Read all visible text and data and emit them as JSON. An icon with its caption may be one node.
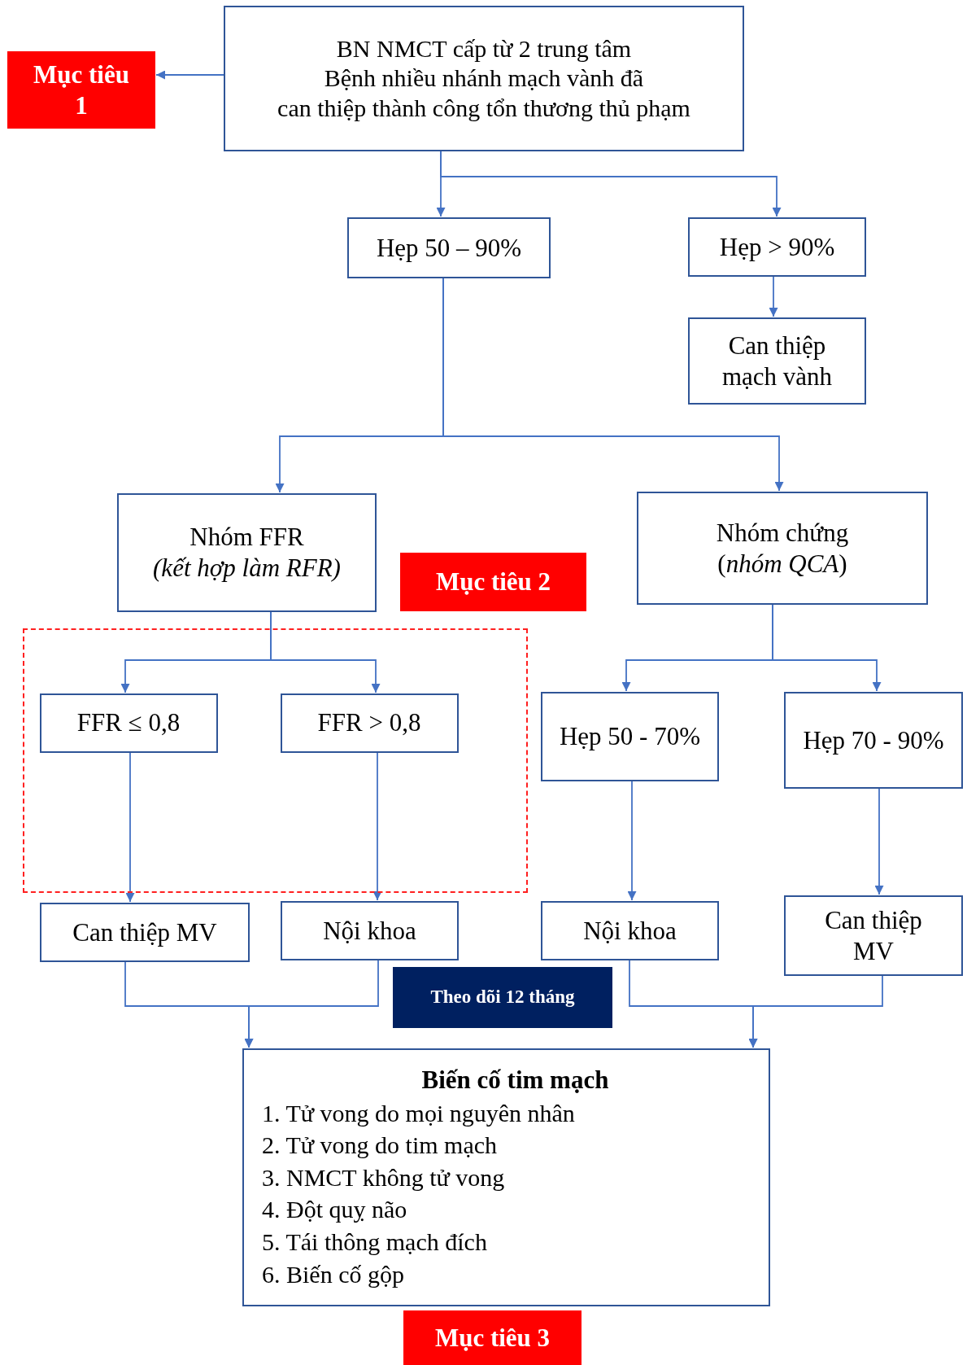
{
  "diagram": {
    "nodes": [
      {
        "text": [
          "BN NMCT cấp từ 2 trung tâm",
          "Bệnh nhiều nhánh mạch vành đã",
          "can thiệp thành công tổn thương thủ phạm"
        ]
      },
      {
        "text": [
          "Mục tiêu 1"
        ]
      },
      {
        "text": [
          "Hẹp 50 – 90%"
        ]
      },
      {
        "text": [
          "Hẹp > 90%"
        ]
      },
      {
        "text": [
          "Can thiệp mạch vành"
        ]
      },
      {
        "text": [
          "Nhóm FFR",
          "*(kết hợp làm RFR)*"
        ]
      },
      {
        "text": [
          "Mục tiêu 2"
        ]
      },
      {
        "text": [
          "Nhóm chứng",
          "(*nhóm QCA*)"
        ]
      },
      {
        "text": [],
        "shape": "box"
      },
      {
        "text": [
          "FFR ≤ 0,8"
        ],
        "in": 8
      },
      {
        "text": [
          "FFR > 0,8"
        ],
        "in": 8
      },
      {
        "text": [
          "Hẹp 50 - 70%"
        ]
      },
      {
        "text": [
          "Hẹp 70 - 90%"
        ]
      },
      {
        "text": [
          "Can thiệp MV"
        ]
      },
      {
        "text": [
          "Nội khoa"
        ]
      },
      {
        "text": [
          "Nội khoa"
        ]
      },
      {
        "text": [
          "Can thiệp MV"
        ]
      },
      {
        "text": [
          "Theo dõi 12 tháng"
        ]
      },
      {
        "text": [
          "Biến cố tim mạch",
          "1. Tử vong do mọi nguyên nhân",
          "2. Tử vong do tim mạch",
          "3. NMCT không tử vong",
          "4. Đột quỵ não",
          "5. Tái thông mạch đích",
          "6. Biến cố gộp"
        ]
      },
      {
        "text": [
          "Mục tiêu 3"
        ]
      }
    ],
    "edges": [
      {
        "from": 0,
        "to": 1,
        "arrow": "to"
      },
      {
        "from": 0,
        "to": 2,
        "arrow": "to"
      },
      {
        "from": 0,
        "to": 3,
        "arrow": "to"
      },
      {
        "from": 3,
        "to": 4,
        "arrow": "to"
      },
      {
        "from": 2,
        "to": 5,
        "arrow": "to"
      },
      {
        "from": 2,
        "to": 7,
        "arrow": "to"
      },
      {
        "from": 5,
        "to": 9,
        "arrow": "to"
      },
      {
        "from": 5,
        "to": 10,
        "arrow": "to"
      },
      {
        "from": 7,
        "to": 11,
        "arrow": "to"
      },
      {
        "from": 7,
        "to": 12,
        "arrow": "to"
      },
      {
        "from": 9,
        "to": 13,
        "arrow": "to"
      },
      {
        "from": 10,
        "to": 14,
        "arrow": "to"
      },
      {
        "from": 11,
        "to": 15,
        "arrow": "to"
      },
      {
        "from": 12,
        "to": 16,
        "arrow": "to"
      },
      {
        "from": 13,
        "to": 18,
        "arrow": "to"
      },
      {
        "from": 14,
        "to": 18,
        "arrow": "to"
      },
      {
        "from": 15,
        "to": 18,
        "arrow": "to"
      },
      {
        "from": 16,
        "to": 18,
        "arrow": "to"
      }
    ]
  }
}
